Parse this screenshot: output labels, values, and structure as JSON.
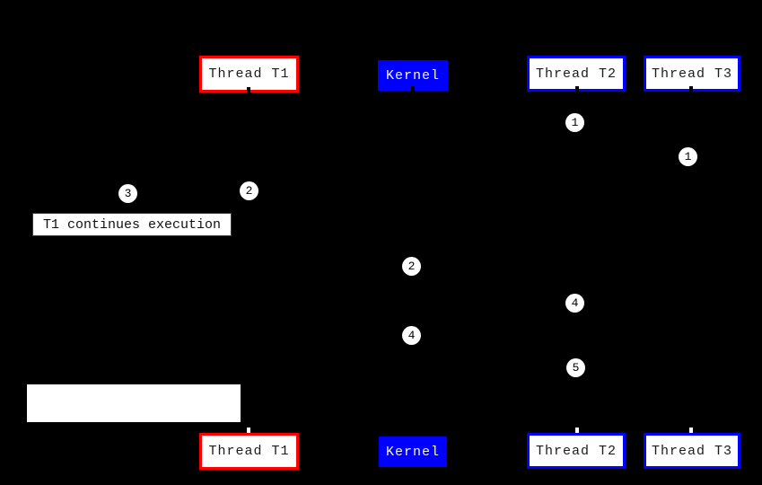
{
  "diagram": {
    "title": "thread-kernel scheduling sequence",
    "colors": {
      "background": "#000000",
      "thread_t1_border": "#ff0000",
      "kernel_fill": "#0000ff",
      "thread_t2_t3_border": "#0000ff",
      "box_fill": "#ffffff"
    },
    "actors": {
      "thread_t1": "Thread T1",
      "kernel": "Kernel",
      "thread_t2": "Thread T2",
      "thread_t3": "Thread T3"
    },
    "note": {
      "text": "T1 continues execution"
    },
    "step_markers": [
      "1",
      "1",
      "2",
      "3",
      "2",
      "4",
      "4",
      "5"
    ]
  }
}
